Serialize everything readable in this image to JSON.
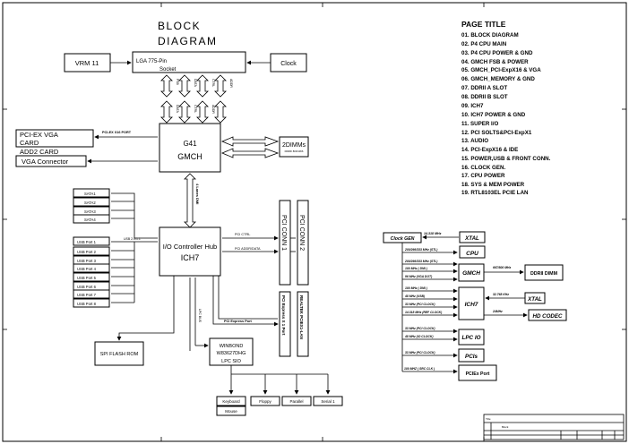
{
  "title": {
    "line1": "BLOCK",
    "line2": "DIAGRAM"
  },
  "blocks": {
    "vrm": "VRM 11",
    "cpu_line1": "LGA 775-Pin",
    "cpu_line2": "Socket",
    "clock": "Clock",
    "pciex_vga_line1": "PCI-EX VGA",
    "pciex_vga_line2": "CARD",
    "add2_card": "ADD2 CARD",
    "vga_connector": "VGA Connector",
    "gmch_line1": "G41",
    "gmch_line2": "GMCH",
    "dimm_label": "2DIMMs",
    "dimm_sub": "DDRIII 800/1066",
    "ich_line1": "I/O Controller Hub",
    "ich_line2": "ICH7",
    "pci_conn1": "PCI CONN 1",
    "pci_conn2": "PCI CONN 2",
    "pcie_x1_port": "PCI Express X 1 Port",
    "realtek_lan": "REALTEK PCIEX1-LAN",
    "spi_flash": "SPI FLASH ROM",
    "winbond_line1": "WINBOND",
    "winbond_line2": "W83627DHG",
    "winbond_line3": "LPC SIO",
    "keyboard": "Keyboard",
    "mouse": "Mouse",
    "floppy": "Floppy",
    "parallel": "Parallel",
    "serial": "Serial 1"
  },
  "bus_labels": {
    "fsb": [
      "FSB",
      "DATA",
      "CTRL",
      "ADDR"
    ],
    "fsb2": [
      "DATA",
      "CTRL",
      "ADDR"
    ],
    "pcie_x16": "PCI-EX X16 PORT",
    "dmi": "4 Lanes DMI",
    "usb": "USB 2.0/1.1",
    "pci_ctrl": "PCI CTRL",
    "pci_addr": "PCI ADDR/DATA",
    "pci_express": "PCI Express Port",
    "lpc_bus": "LPC BUS"
  },
  "sata_ports": [
    "SATA1",
    "SATA2",
    "SATA3",
    "SATA4"
  ],
  "usb_ports": [
    "USB Port 1",
    "USB Port 2",
    "USB Port 3",
    "USB Port 4",
    "USB Port 5",
    "USB Port 6",
    "USB Port 7",
    "USB Port 8"
  ],
  "page_title": "PAGE TITLE",
  "page_index": [
    "01. BLOCK DIAGRAM",
    "02. P4 CPU MAIN",
    "03. P4 CPU POWER & GND",
    "04. GMCH FSB & POWER",
    "05. GMCH_PCI-ExpX16 & VGA",
    "06. GMCH_MEMORY & GND",
    "07. DDRII A SLOT",
    "08. DDRII B SLOT",
    "09. ICH7",
    "10. ICH7 POWER & GND",
    "11. SUPER I/O",
    "12. PCI SOLTS&PCI-ExpX1",
    "13. AUDIO",
    "14. PCI-ExpX16 & IDE",
    "15. POWER,USB & FRONT CONN.",
    "16. CLOCK GEN.",
    "17. CPU POWER",
    "18. SYS & MEM POWER",
    "19. RTL8103EL PCIE LAN"
  ],
  "clock_tree": {
    "clock_gen": "Clock GEN",
    "xtal_in": "14.318 MHz",
    "xtal1": "XTAL",
    "cpu": "CPU",
    "cpu_freq": "200/266/333 MHz (STL)",
    "gmch_freq1": "200/266/333 MHz (STL)",
    "gmch_freq2": "100 MHz ( DMI )",
    "gmch_freq3": "96 MHz (VGA DOT)",
    "gmch": "GMCH",
    "dimm_freq": "667/800 MHz",
    "ddrii_dimm": "DDRII DIMM",
    "ich7_freq1": "100 MHz ( DMI )",
    "ich7_freq2": "48 MHz (USB)",
    "ich7_freq3": "33 MHz (PCI CLOCK)",
    "ich7_freq4": "14.318 MHz (REF CLOCK)",
    "ich7": "ICH7",
    "xtal2_freq": "32.768 KHz",
    "xtal2": "XTAL",
    "codec_freq": "24MHz",
    "hd_codec": "HD CODEC",
    "lpc_freq1": "33 MHz (PCI CLOCK)",
    "lpc_freq2": "48 MHz (IO CLOCK)",
    "lpc_io": "LPC IO",
    "pcis_freq": "33 MHz (PCI CLOCK)",
    "pcis": "PCIs",
    "pciex_freq": "100 MHZ ( SRC CLK )",
    "pciex_port": "PCIEx Port"
  },
  "title_block": {
    "row_label": "Title",
    "doc_title": "Block"
  }
}
